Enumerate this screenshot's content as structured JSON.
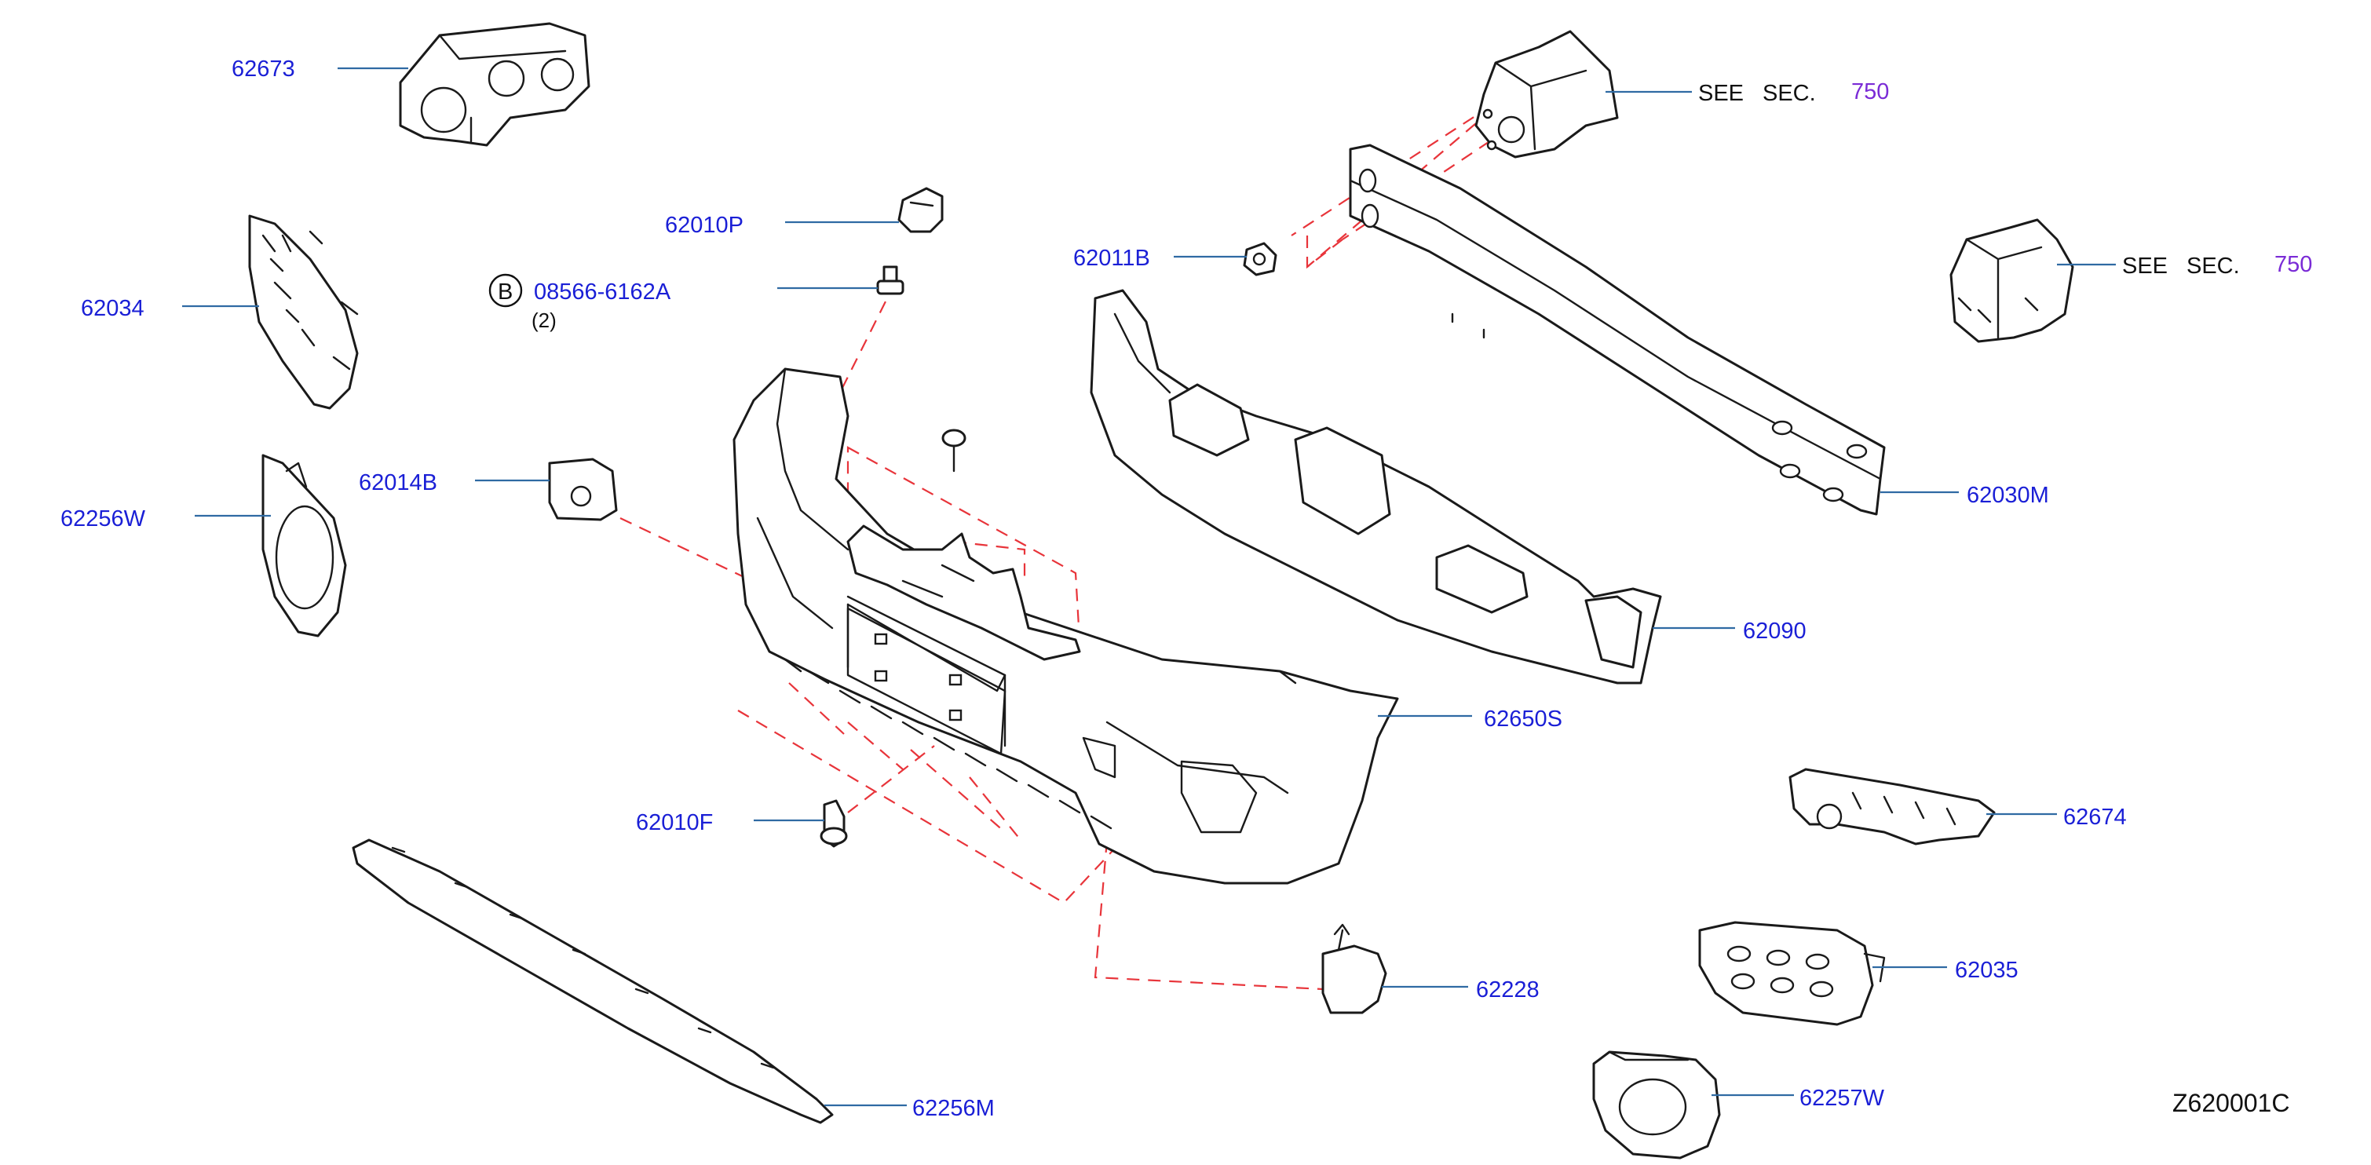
{
  "colors": {
    "label": "#1a1fd6",
    "leader": "#2f6aa3",
    "dashed": "#e8343a",
    "section_ref": "#7a2bd6",
    "ink": "#111111"
  },
  "labels": {
    "p62673": "62673",
    "p62034": "62034",
    "p62256W": "62256W",
    "p62014B": "62014B",
    "p62010P": "62010P",
    "p08566_badge": "B",
    "p08566": "08566-6162A",
    "p08566_qty": "(2)",
    "p62011B": "62011B",
    "p62030M": "62030M",
    "p62090": "62090",
    "p62650S": "62650S",
    "p62010F": "62010F",
    "p62674": "62674",
    "p62035": "62035",
    "p62228": "62228",
    "p62256M": "62256M",
    "p62257W": "62257W"
  },
  "see_sec_top": {
    "see": "SEE",
    "sec": "SEC.",
    "num": "750"
  },
  "see_sec_mid": {
    "see": "SEE",
    "sec": "SEC.",
    "num": "750"
  },
  "diagram_code": "Z620001C"
}
